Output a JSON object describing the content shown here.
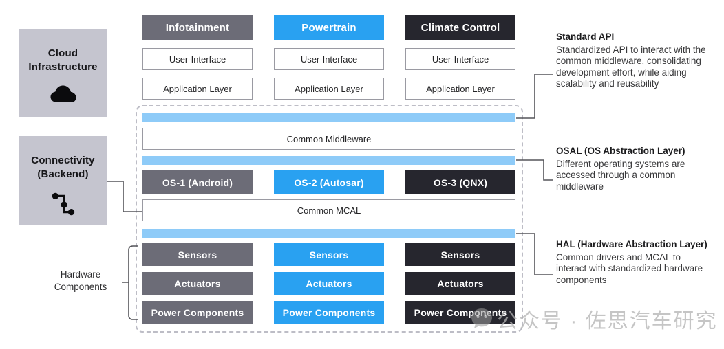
{
  "left_panel": {
    "cloud_box_label": "Cloud\nInfrastructure",
    "connectivity_box_label": "Connectivity\n(Backend)"
  },
  "columns": [
    {
      "title": "Infotainment",
      "theme_color": "#6C6C77",
      "user_interface": "User-Interface",
      "application_layer": "Application Layer",
      "os": "OS-1 (Android)",
      "sensors": "Sensors",
      "actuators": "Actuators",
      "power": "Power Components"
    },
    {
      "title": "Powertrain",
      "theme_color": "#29A1F1",
      "user_interface": "User-Interface",
      "application_layer": "Application Layer",
      "os": "OS-2 (Autosar)",
      "sensors": "Sensors",
      "actuators": "Actuators",
      "power": "Power Components"
    },
    {
      "title": "Climate Control",
      "theme_color": "#26262E",
      "user_interface": "User-Interface",
      "application_layer": "Application Layer",
      "os": "OS-3 (QNX)",
      "sensors": "Sensors",
      "actuators": "Actuators",
      "power": "Power Components"
    }
  ],
  "shared_layers": {
    "common_middleware": "Common Middleware",
    "common_mcal": "Common MCAL",
    "api_bar_color": "#8ECBF8"
  },
  "hardware_group_label": "Hardware\nComponents",
  "annotations": [
    {
      "title": "Standard API",
      "body": "Standardized API to interact with the common middleware, consolidating development effort, while aiding scalability and reusability"
    },
    {
      "title": "OSAL (OS Abstraction Layer)",
      "body": "Different operating systems are accessed through a common middleware"
    },
    {
      "title": "HAL (Hardware Abstraction Layer)",
      "body": "Common drivers and MCAL to interact with standardized hardware components"
    }
  ],
  "watermark": {
    "text": "公众号 · 佐思汽车研究"
  },
  "colors": {
    "gray": "#6C6C77",
    "blue": "#29A1F1",
    "dark": "#26262E",
    "light_blue_bar": "#8ECBF8",
    "panel_gray": "#C5C5CF",
    "connector": "#55555A"
  }
}
